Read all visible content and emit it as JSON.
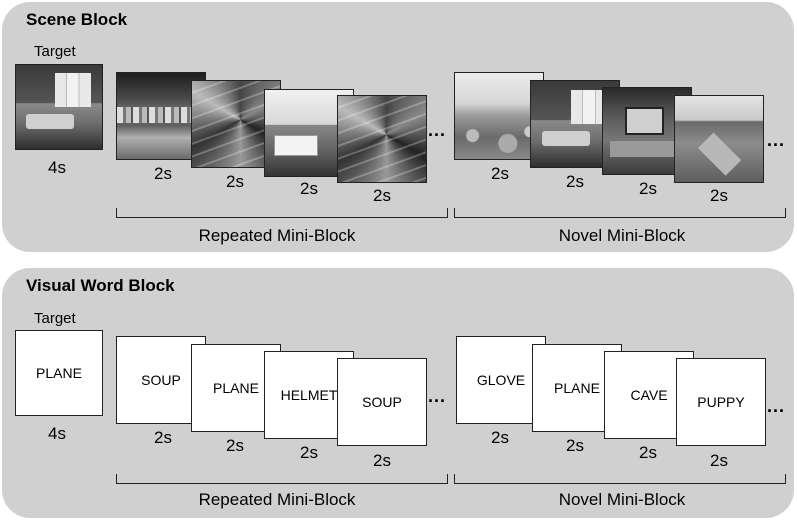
{
  "scene_block": {
    "title": "Scene Block",
    "target_label": "Target",
    "target_duration": "4s",
    "repeated_durations": [
      "2s",
      "2s",
      "2s",
      "2s"
    ],
    "novel_durations": [
      "2s",
      "2s",
      "2s",
      "2s"
    ],
    "ellipsis": "...",
    "repeated_label": "Repeated Mini-Block",
    "novel_label": "Novel Mini-Block"
  },
  "word_block": {
    "title": "Visual Word Block",
    "target_label": "Target",
    "target_word": "PLANE",
    "target_duration": "4s",
    "repeated_words": [
      "SOUP",
      "PLANE",
      "HELMET",
      "SOUP"
    ],
    "repeated_durations": [
      "2s",
      "2s",
      "2s",
      "2s"
    ],
    "novel_words": [
      "GLOVE",
      "PLANE",
      "CAVE",
      "PUPPY"
    ],
    "novel_durations": [
      "2s",
      "2s",
      "2s",
      "2s"
    ],
    "ellipsis": "...",
    "repeated_label": "Repeated Mini-Block",
    "novel_label": "Novel Mini-Block"
  }
}
